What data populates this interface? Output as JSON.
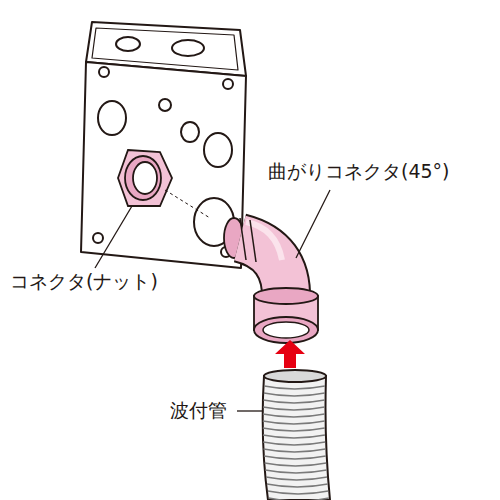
{
  "diagram": {
    "labels": [
      "曲がりコネクタ(45°)",
      "コネクタ(ナット)",
      "波付管"
    ]
  }
}
